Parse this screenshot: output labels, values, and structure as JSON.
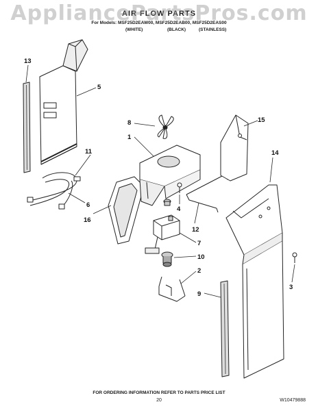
{
  "watermark": "AppliancePartsPros.com",
  "title": "AIR FLOW PARTS",
  "models_line": "For Models: MSF25D2EAW00, MSF25D2EAB00, MSF25D2EAS00",
  "variants": [
    "(WHITE)",
    "(BLACK)",
    "(STAINLESS)"
  ],
  "callouts": [
    "13",
    "5",
    "11",
    "6",
    "8",
    "1",
    "16",
    "4",
    "12",
    "7",
    "10",
    "2",
    "9",
    "15",
    "14",
    "3"
  ],
  "footer": "FOR ORDERING INFORMATION REFER TO PARTS PRICE LIST",
  "page_number": "20",
  "doc_number": "W10479888"
}
